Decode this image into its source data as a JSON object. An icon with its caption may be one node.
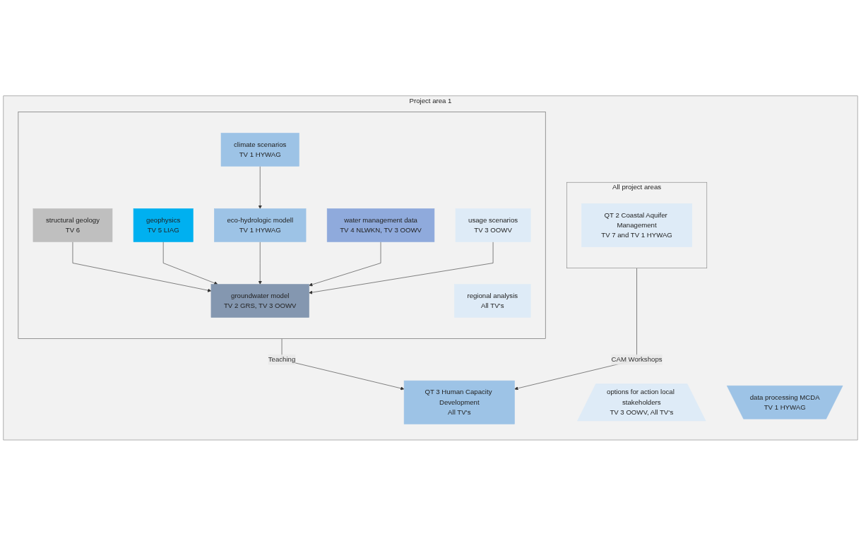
{
  "diagram": {
    "nodes": [
      {
        "text": [
          "Project area 1"
        ]
      },
      {
        "text": [],
        "shape": "box",
        "in": 0
      },
      {
        "text": [
          "structural geology",
          "TV 6"
        ],
        "in": 1
      },
      {
        "text": [
          "geophysics",
          "TV 5 LIAG"
        ],
        "in": 1
      },
      {
        "text": [
          "eco-hydrologic modell",
          "TV 1 HYWAG"
        ],
        "in": 1
      },
      {
        "text": [
          "groundwater model",
          "TV 2 GRS, TV 3 OOWV"
        ],
        "in": 1
      },
      {
        "text": [
          "water management data",
          "TV 4 NLWKN, TV 3 OOWV"
        ],
        "in": 1
      },
      {
        "text": [
          "climate scenarios",
          "TV 1 HYWAG"
        ],
        "in": 1
      },
      {
        "text": [
          "usage scenarios",
          "TV 3 OOWV"
        ],
        "in": 1
      },
      {
        "text": [
          "regional analysis",
          "All TV‘s"
        ],
        "in": 1
      },
      {
        "text": [
          "options for action local stakeholders",
          "TV 3 OOWV, All TV‘s"
        ],
        "in": 0
      },
      {
        "text": [
          "QT 3 Human Capacity Development",
          "All TV‘s"
        ],
        "in": 0
      },
      {
        "text": [
          "data processing MCDA",
          "TV 1 HYWAG"
        ],
        "in": 0
      },
      {
        "text": [
          "All project areas"
        ],
        "in": 0
      },
      {
        "text": [
          "QT 2 Coastal Aquifer Management",
          "TV 7 and TV 1 HYWAG"
        ],
        "in": 13
      }
    ],
    "edges": [
      {
        "from": 2,
        "to": 5,
        "arrow": "to"
      },
      {
        "from": 3,
        "to": 5,
        "arrow": "to"
      },
      {
        "from": 4,
        "to": 5,
        "arrow": "to"
      },
      {
        "from": 6,
        "to": 5,
        "arrow": "to"
      },
      {
        "from": 7,
        "to": 4,
        "arrow": "to"
      },
      {
        "from": 8,
        "to": 5,
        "arrow": "to"
      },
      {
        "from": 1,
        "to": 11,
        "arrow": "to",
        "label": "Teaching"
      },
      {
        "from": 13,
        "to": 11,
        "arrow": "to",
        "label": "CAM Workshops"
      }
    ]
  }
}
